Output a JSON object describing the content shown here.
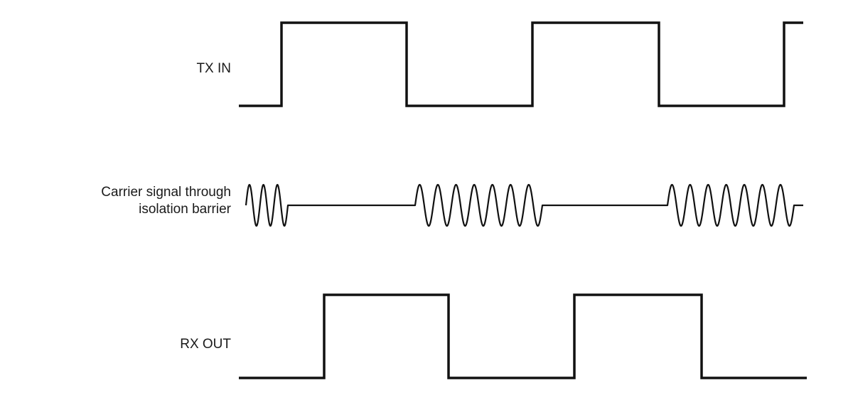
{
  "signals": {
    "tx": {
      "label": "TX IN",
      "levels": [
        0,
        1,
        0,
        1,
        0,
        1
      ]
    },
    "carrier": {
      "label_line1": "Carrier signal through",
      "label_line2": "isolation barrier",
      "state": [
        "burst",
        "off",
        "burst",
        "off",
        "burst"
      ]
    },
    "rx": {
      "label": "RX OUT",
      "levels": [
        0,
        1,
        0,
        1,
        0
      ]
    }
  }
}
